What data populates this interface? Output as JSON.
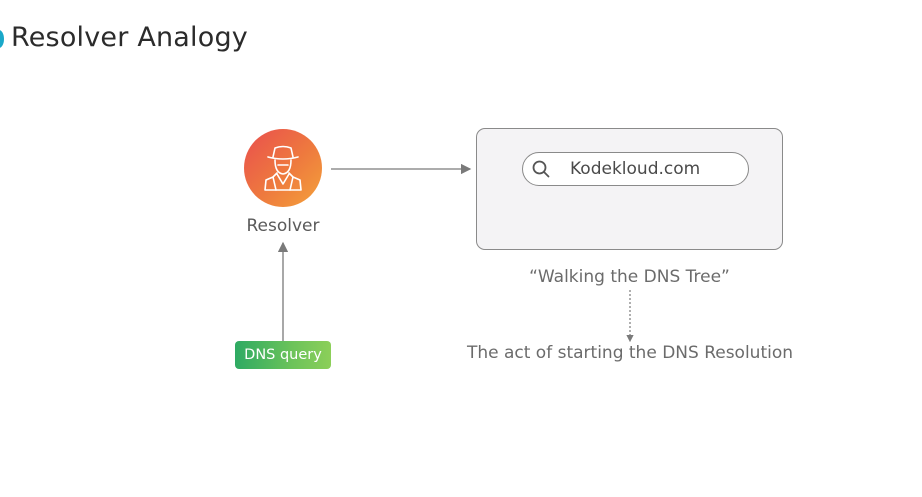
{
  "slide": {
    "title": "Resolver Analogy"
  },
  "resolver": {
    "label": "Resolver",
    "icon": "detective-icon",
    "gradient_colors": [
      "#e94e4e",
      "#f4a23a"
    ]
  },
  "browser": {
    "search_text": "Kodekloud.com",
    "search_icon": "search-icon"
  },
  "captions": {
    "walking": "“Walking the DNS Tree”",
    "act": "The act of starting the DNS Resolution"
  },
  "query": {
    "label": "DNS query",
    "colors": [
      "#2eaa63",
      "#8ccf59"
    ]
  },
  "colors": {
    "accent": "#1aa8c9",
    "arrow": "#7a7a7a"
  }
}
